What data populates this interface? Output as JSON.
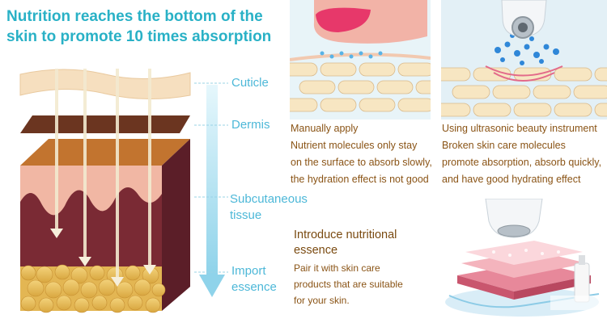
{
  "headline": {
    "line1": "Nutrition reaches the bottom of the",
    "line2": "skin to promote 10 times absorption"
  },
  "layers": {
    "cuticle": "Cuticle",
    "dermis": "Dermis",
    "subcutaneous_line1": "Subcutaneous",
    "subcutaneous_line2": "tissue",
    "import_line1": "Import",
    "import_line2": "essence"
  },
  "manual": {
    "line1": "Manually apply",
    "line2": "Nutrient molecules only stay",
    "line3": "on the surface to absorb slowly,",
    "line4": "the hydration effect is not good"
  },
  "ultrasonic": {
    "line1": "Using ultrasonic beauty instrument",
    "line2": "Broken skin care molecules",
    "line3": "promote absorption, absorb quickly,",
    "line4": "and have good hydrating effect"
  },
  "introduce": {
    "title_line1": "Introduce nutritional",
    "title_line2": "essence",
    "body_line1": "Pair it with skin care",
    "body_line2": "products that are suitable",
    "body_line3": "for your skin."
  },
  "colors": {
    "headline": "#29b1c6",
    "label_blue": "#4db8d8",
    "text_brown": "#8a5416",
    "arrow_blue": "#8fd3ea"
  }
}
